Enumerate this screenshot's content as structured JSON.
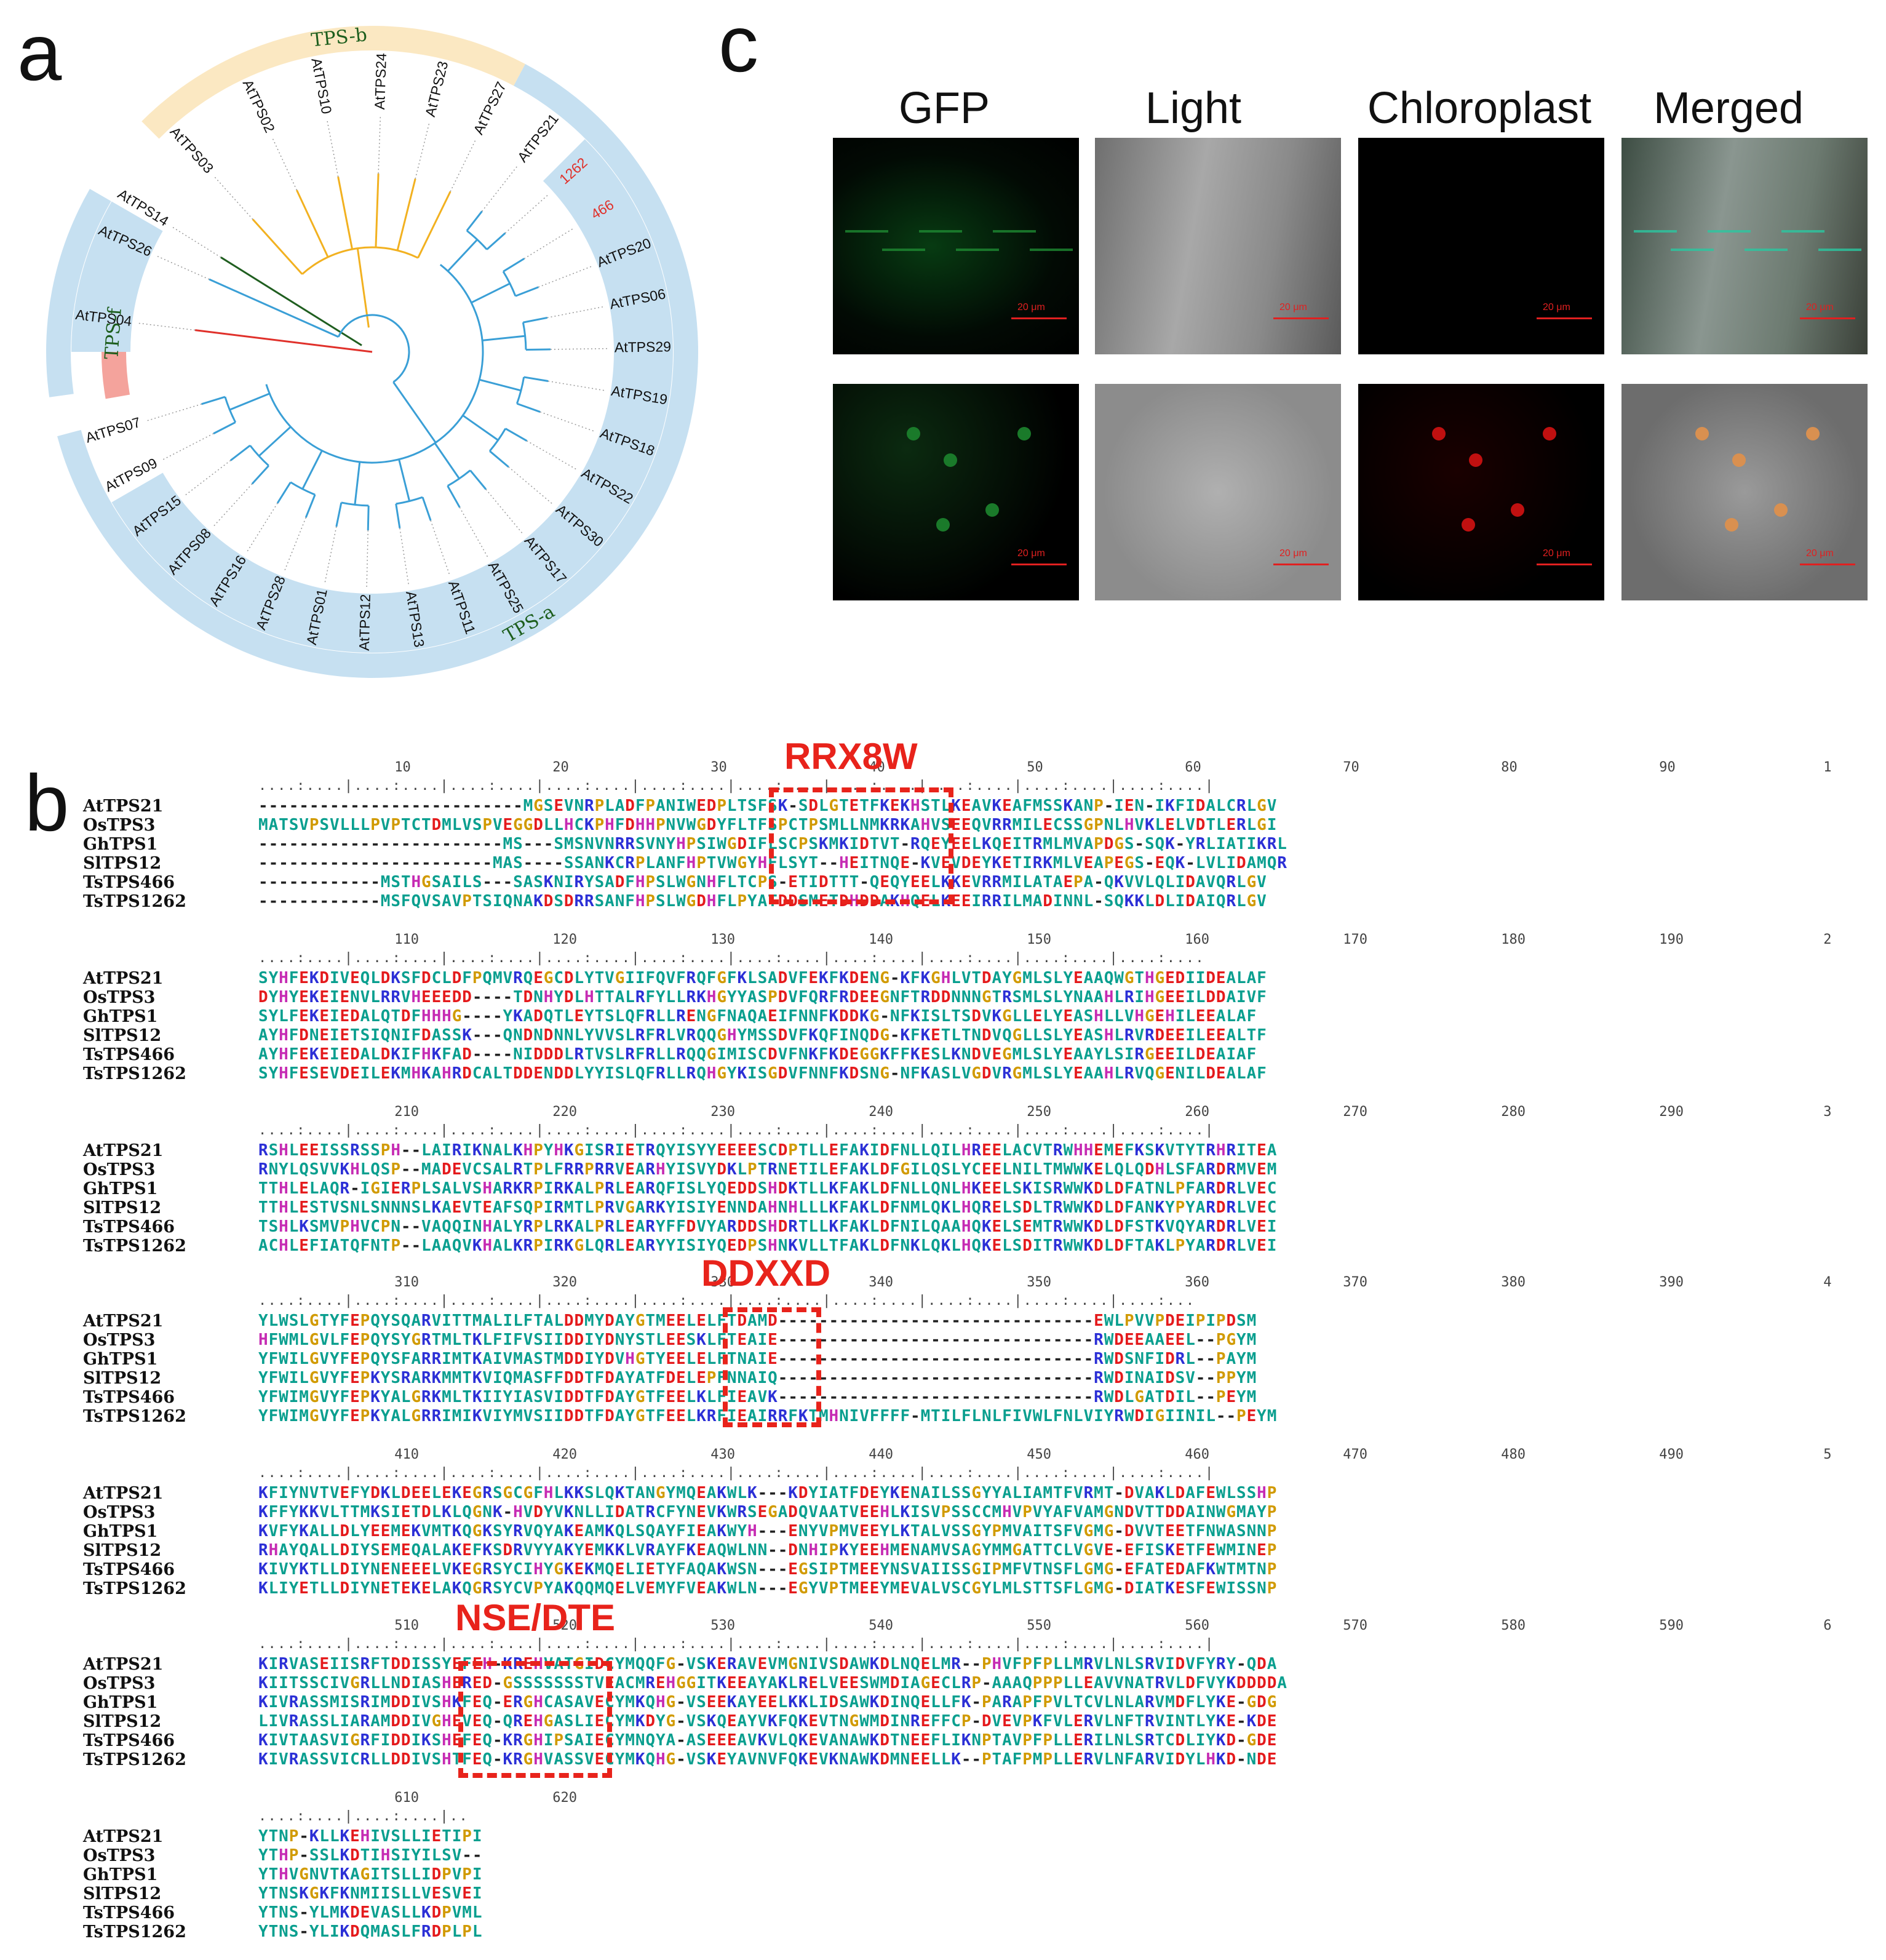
{
  "panels": {
    "a": "a",
    "b": "b",
    "c": "c"
  },
  "tree": {
    "groups": [
      {
        "name": "TPS-b",
        "color": "#fbe8c2"
      },
      {
        "name": "TPS-a",
        "color": "#c6e0f1"
      },
      {
        "name": "TPS-f",
        "color": "#f4a39c"
      }
    ],
    "tps_a_leaves": [
      "AtTPS21",
      "1262",
      "466",
      "AtTPS20",
      "AtTPS06",
      "AtTPS29",
      "AtTPS19",
      "AtTPS18",
      "AtTPS22",
      "AtTPS30",
      "AtTPS17",
      "AtTPS25",
      "AtTPS11",
      "AtTPS13",
      "AtTPS12",
      "AtTPS01",
      "AtTPS28",
      "AtTPS16",
      "AtTPS08",
      "AtTPS15",
      "AtTPS09",
      "AtTPS07",
      "AtTPS26"
    ],
    "tps_b_leaves": [
      "AtTPS03",
      "AtTPS02",
      "AtTPS10",
      "AtTPS24",
      "AtTPS23",
      "AtTPS27"
    ],
    "tps_f_leaves": [
      "AtTPS04"
    ],
    "other_leaves": [
      "AtTPS14"
    ],
    "branch_colors": {
      "tps_a": "#3a9fd6",
      "tps_b": "#f2b120",
      "tps_f": "#e0302a",
      "other": "#1f5e1f"
    },
    "highlight_labels": [
      "1262",
      "466"
    ]
  },
  "micrographs": {
    "headers": [
      "GFP",
      "Light",
      "Chloroplast",
      "Merged"
    ],
    "scale_label": "20 μm"
  },
  "alignment": {
    "names": [
      "AtTPS21",
      "OsTPS3",
      "GhTPS1",
      "SlTPS12",
      "TsTPS466",
      "TsTPS1262"
    ],
    "blocks": [
      {
        "ruler": [
          "10",
          "20",
          "30",
          "40",
          "50",
          "60",
          "70",
          "80",
          "90",
          "1"
        ],
        "seqs": [
          "--------------------------MGSEVNRPLADFPANIWEDPLTSFSK-SDLGTETFKEKHSTLKEAVKEAFMSSKANP-IEN-IKFIDALCRLGV",
          "MATSVPSVLLLPVPTCTDMLVSPVEGGDLLHCKPHFDHHPNVWGDYFLTFSPCTPSMLLNMKRKAHVSEEQVRRMILECSSGPNLHVKLELVDTLERLGI",
          "------------------------MS---SMSNVNRRSVNYHPSIWGDIFLSCPSKMKIDTVT-RQEYEELKQEITRMLMVAPDGS-SQK-YRLIATIKRLGV",
          "-----------------------MAS----SSANKCRPLANFHPTVWGYHFLSYT--HEITNQE-KVEVDEYKETIRKMLVEAPEGS-EQK-LVLIDAMQRLGV",
          "------------MSTHGSAILS---SASKNIRYSADFHPSLWGNHFLTCPS-ETIDTTT-QEQYEELKKEVRRMILATAEPA-QKVVLQLIDAVQRLGV",
          "------------MSFQVSAVPTSIQNAKDSDRRSANFHPSLWGDHFLPYATDDSMETDHDDAKHQELKEEIRRILMADINNL-SQKKLDLIDAIQRLGV"
        ]
      },
      {
        "ruler": [
          "110",
          "120",
          "130",
          "140",
          "150",
          "160",
          "170",
          "180",
          "190",
          "2"
        ],
        "seqs": [
          "SYHFEKDIVEQLDKSFDCLDFPQMVRQEGCDLYTVGIIFQVFRQFGFKLSADVFEKFKDENG-KFKGHLVTDAYGMLSLYEAAQWGTHGEDIIDEALAF",
          "DYHYEKEIENVLRRVHEEEDD----TDNHYDLHTTALRFYLLRKHGYYASPDVFQRFRDEEGNFTRDDNNNGTRSMLSLYNAAHLRIHGEEILDDAIVF",
          "SYLFEKEIEDALQTDFHHHG----YKADQTLEYTSLQFRLLRENGFNAQAEIFNNFKDDKG-NFKISLTSDVKGLLELYEASHLLVHGEHILEEALAF",
          "AYHFDNEIETSIQNIFDASSK---QNDNDNNLYVVSLRFRLVRQQGHYMSSDVFKQFINQDG-KFKETLTNDVQGLLSLYEASHLRVRDEEILEEALTF",
          "AYHFEKEIEDALDKIFHKFAD----NIDDDLRTVSLRFRLLRQQGIMISCDVFNKFKDEGGKFFKESLKNDVEGMLSLYEAAYLSIRGEEILDEAIAF",
          "SYHFESEVDEILEKMHKAHRDCALTDDENDDLYYISLQFRLLRQHGYKISGDVFNNFKDSNG-NFKASLVGDVRGMLSLYEAAHLRVQGENILDEALAF"
        ]
      },
      {
        "ruler": [
          "210",
          "220",
          "230",
          "240",
          "250",
          "260",
          "270",
          "280",
          "290",
          "3"
        ],
        "seqs": [
          "RSHLEEISSRSSPH--LAIRIKNALKHPYHKGISRIETRQYISYYEEEESCDPTLLEFAKIDFNLLQILHREELACVTRWHHEMEFKSKVTYTRHRITEA",
          "RNYLQSVVKHLQSP--MADEVCSALRTPLFRRPRRVEARHYISVYDKLPTRNETILEFAKLDFGILQSLYCEELNILTMWWKELQLQDHLSFARDRMVEM",
          "TTHLELAQR-IGIERPLSALVSHARKRPIRKALPRLEARQFISLYQEDDSHDKTLLKFAKLDFNLLQNLHKEELSKISRWWKDLDFATNLPFARDRLVEC",
          "TTHLESTVSNLSNNNSLKAEVTEAFSQPIRMTLPRVGARKYISIYENNDAHNHLLLKFAKLDFNMLQKLHQRELSDLTRWWKDLDFANKYPYARDRLVEC",
          "TSHLKSMVPHVCPN--VAQQINHALYRPLRKALPRLEARYFFDVYARDDSHDRTLLKFAKLDFNILQAAHQKELSEMTRWWKDLDFSTKVQYARDRLVEI",
          "ACHLEFIATQFNTP--LAAQVKHALKRPIRKGLQRLEARYYISIYQEDPSHNKVLLTFAKLDFNKLQKLHQKELSDITRWWKDLDFTAKLPYARDRLVEI"
        ]
      },
      {
        "ruler": [
          "310",
          "320",
          "330",
          "340",
          "350",
          "360",
          "370",
          "380",
          "390",
          "4"
        ],
        "seqs": [
          "YLWSLGTYFEPQYSQARVITTMALILFTALDDMYDAYGTMEELELFTDAMD-------------------------------EWLPVVPDEIPIPDSM",
          "HFWMLGVLFEPQYSYGRTMLTKLFIFVSIIDDIYDNYSTLEESKLFTEAIE-------------------------------RWDEEAAEEL--PGYM",
          "YFWILGVYFEPQYSFARRIMTKAIVMASTMDDIYDVHGTYEELELFTNAIE-------------------------------RWDSNFIDRL--PAYM",
          "YFWILGVYFEPKYSRARKMMTKVIQMASFFDDTFDAYATFDELEPFNNAIQ-------------------------------RWDINAIDSV--PPYM",
          "YFWIMGVYFEPKYALGRKMLTKIIYIASVIDDTFDAYGTFEELKLFIEAVK-------------------------------RWDLGATDIL--PEYM",
          "YFWIMGVYFEPKYALGRRIMIKVIYMVSIIDDTFDAYGTFEELKRFIEAIRRFKTMHNIVFFFF-MTILFLNLFIVWLFNLVIYRWDIGIINIL--PEYM"
        ]
      },
      {
        "ruler": [
          "410",
          "420",
          "430",
          "440",
          "450",
          "460",
          "470",
          "480",
          "490",
          "5"
        ],
        "seqs": [
          "KFIYNVTVEFYDKLDEELEKEGRSGCGFHLKKSLQKTANGYMQEAKWLK---KDYIATFDEYKENAILSSGYYALIAMTFVRMT-DVAKLDAFEWLSSHP",
          "KFFYKKVLTTMKSIETDLKLQGNK-HVDYVKNLLIDATRCFYNEVKWRSEGADQVAATVEEHLKISVPSSCCMHVPVYAFVAMGNDVTTDDAINWGMAYP",
          "KVFYKALLDLYEEMEKVMTKQGKSYRVQYAKEAMKQLSQAYFIEAKWYH---ENYVPMVEEYLKTALVSSGYPMVAITSFVGMG-DVVTEETFNWASNNP",
          "RHAYQALLDIYSEMEQALAKEFKSDRVYYAKYEMKKLVRAYFKEAQWLNN--DNHIPKYEEHMENAMVSAGYMMGATTCLVGVE-EFISKETFEWMINEP",
          "KIVYKTLLDIYNENEEELVKEGRSYCIHYGKEKMQELIETYFAQAKWSN---EGSIPTMEEYNSVAIISSGIPMFVTNSFLGMG-EFATEDAFKWTMTNP",
          "KLIYETLLDIYNETEKELAKQGRSYCVPYAKQQMQELVEMYFVEAKWLN---EGYVPTMEEYMEVALVSCGYLMLSTTSFLGMG-DIATKESFEWISSNP"
        ]
      },
      {
        "ruler": [
          "510",
          "520",
          "530",
          "540",
          "550",
          "560",
          "570",
          "580",
          "590",
          "6"
        ],
        "seqs": [
          "KIRVASEIISRFTDDISSYEFEH-KREHVATGIDCYMQQFG-VSKERAVEVMGNIVSDAWKDLNQELMR--PHVFPFPLLMRVLNLSRVIDVFYRY-QDA",
          "KIITSSCIVGRLLNDIASHERED-GSSSSSSSTVEACMREHGGITKEEAYAKLRELVEESWMDIAGECLRP-AAAQPPPLLEAVVNATRVLDFVYKDDDDA",
          "KIVRASSMISRIMDDIVSHKFEQ-ERGHCASAVECYMKQHG-VSEEKAYEELKKLIDSAWKDINQELLFK-PARAPFPVLTCVLNLARVMDFLYKE-GDG",
          "LIVRASSLIARAMDDIVGHEVEQ-QREHGASLIECYMKDYG-VSKQEAYVKFQKEVTNGWMDINREFFCP-DVEVPKFVLERVLNFTRVINTLYKE-KDE",
          "KIVTAASVIGRFIDDIKSHEFEQ-KRGHIPSAIECYMNQYA-ASEEEAVKVLQKEVANAWKDTNEEFLIKNPTAVPFPLLERILNLSRTCDLIYKD-GDE",
          "KIVRASSVICRLLDDIVSHTFEQ-KRGHVASSVECYMKQHG-VSKEYAVNVFQKEVKNAWKDMNEELLK--PTAFPMPLLERVLNFARVIDYLHKD-NDE"
        ]
      },
      {
        "ruler": [
          "610",
          "620"
        ],
        "seqs": [
          "YTNP-KLLKEHIVSLLIETIPI",
          "YTHP-SSLKDTIHSIYILSV--",
          "YTHVGNVTKAGITSLLIDPVPI",
          "YTNSKGKFKNMIISLLVESVEI",
          "YTNS-YLMKDEVASLLKDPVML",
          "YTNS-YLIKDQMASLFRDPLPL"
        ]
      }
    ],
    "motifs": [
      "RRX8W",
      "DDXXD",
      "NSE/DTE"
    ],
    "colors": {
      "default": "#0a9f8f",
      "acidic": "#e41a1c",
      "basic": "#2b2fd6",
      "pro_gly": "#d19a00",
      "his": "#c62bb3"
    }
  }
}
